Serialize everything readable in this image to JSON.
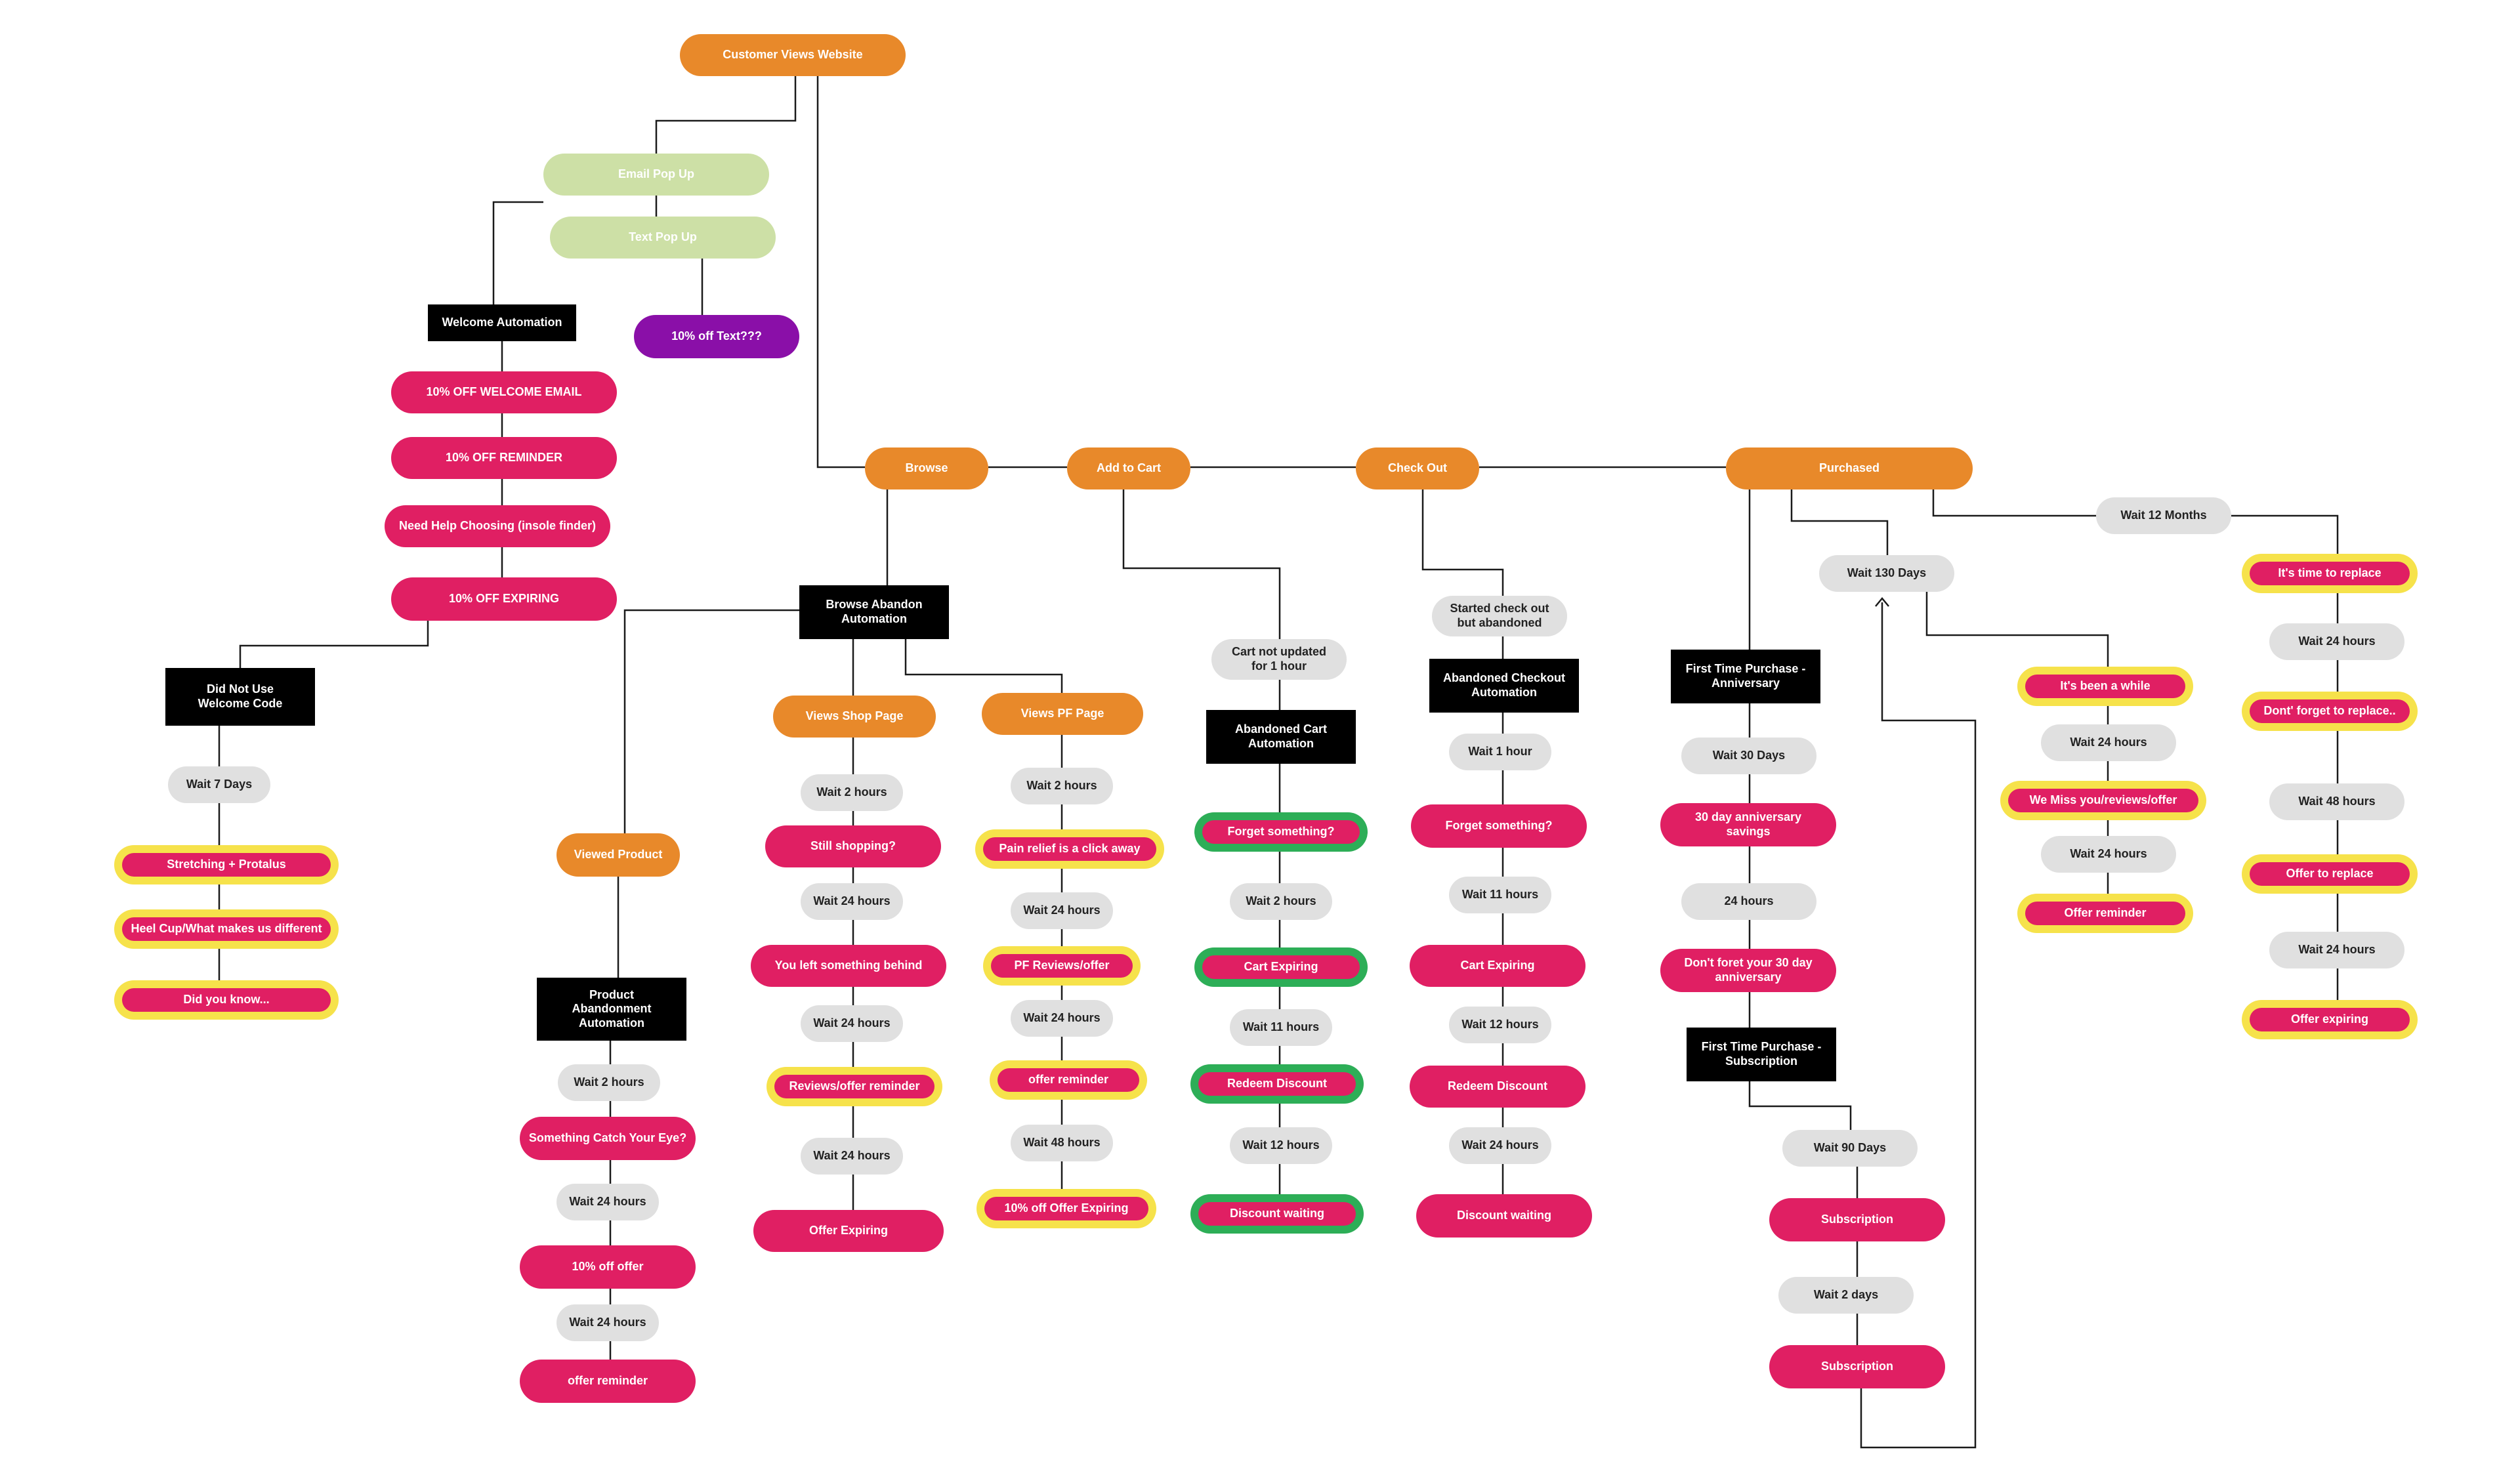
{
  "colors": {
    "orange": "#E8892A",
    "light_green": "#CDE0A6",
    "purple": "#8A0FA8",
    "black": "#000000",
    "pink": "#E01F63",
    "gray": "#E0E0E0",
    "yellow_ring": "#F6E24B",
    "green_ring": "#2DAE57",
    "line": "#1a1a1a"
  },
  "nodes": {
    "customer_views": "Customer Views Website",
    "email_popup": "Email Pop Up",
    "text_popup": "Text Pop Up",
    "ten_off_text": "10% off Text???",
    "welcome_automation": "Welcome Automation",
    "welcome_email": "10% OFF WELCOME EMAIL",
    "welcome_reminder": "10% OFF REMINDER",
    "need_help": "Need Help Choosing (insole finder)",
    "welcome_expiring": "10% OFF EXPIRING",
    "did_not_use": "Did Not Use\nWelcome Code",
    "wait_7_days": "Wait 7 Days",
    "stretching": "Stretching + Protalus",
    "heel_cup": "Heel Cup/What makes us different",
    "did_you_know": "Did you know...",
    "browse": "Browse",
    "add_to_cart": "Add to Cart",
    "check_out": "Check Out",
    "purchased": "Purchased",
    "browse_abandon": "Browse Abandon\nAutomation",
    "viewed_product": "Viewed Product",
    "product_abandon": "Product\nAbandonment\nAutomation",
    "pa_wait1": "Wait 2 hours",
    "pa_msg1": "Something Catch Your Eye?",
    "pa_wait2": "Wait 24 hours",
    "pa_msg2": "10% off offer",
    "pa_wait3": "Wait 24 hours",
    "pa_msg3": "offer reminder",
    "views_shop": "Views Shop Page",
    "vs_wait1": "Wait 2 hours",
    "vs_msg1": "Still shopping?",
    "vs_wait2": "Wait 24 hours",
    "vs_msg2": "You left something behind",
    "vs_wait3": "Wait 24 hours",
    "vs_msg3": "Reviews/offer reminder",
    "vs_wait4": "Wait 24 hours",
    "vs_msg4": "Offer Expiring",
    "views_pf": "Views PF Page",
    "pf_wait1": "Wait 2 hours",
    "pf_msg1": "Pain relief is a click away",
    "pf_wait2": "Wait 24 hours",
    "pf_msg2": "PF Reviews/offer",
    "pf_wait3": "Wait 24 hours",
    "pf_msg3": "offer reminder",
    "pf_wait4": "Wait 48 hours",
    "pf_msg4": "10% off Offer Expiring",
    "cart_not_updated": "Cart not updated\nfor 1 hour",
    "abandoned_cart": "Abandoned Cart\nAutomation",
    "ac_msg1": "Forget something?",
    "ac_wait1": "Wait 2 hours",
    "ac_msg2": "Cart Expiring",
    "ac_wait2": "Wait 11 hours",
    "ac_msg3": "Redeem Discount",
    "ac_wait3": "Wait 12 hours",
    "ac_msg4": "Discount waiting",
    "started_checkout": "Started check out\nbut abandoned",
    "abandoned_checkout": "Abandoned Checkout\nAutomation",
    "co_wait1": "Wait 1 hour",
    "co_msg1": "Forget something?",
    "co_wait2": "Wait 11 hours",
    "co_msg2": "Cart Expiring",
    "co_wait3": "Wait 12 hours",
    "co_msg3": "Redeem Discount",
    "co_wait4": "Wait 24 hours",
    "co_msg4": "Discount waiting",
    "first_time_anniv": "First Time Purchase -\nAnniversary",
    "an_wait1": "Wait 30 Days",
    "an_msg1": "30 day anniversary\nsavings",
    "an_wait2": "24 hours",
    "an_msg2": "Don't foret your 30 day\nanniversary",
    "first_time_sub": "First Time Purchase -\nSubscription",
    "sub_wait1": "Wait 90 Days",
    "sub_msg1": "Subscription",
    "sub_wait2": "Wait 2 days",
    "sub_msg2": "Subscription",
    "wait_130": "Wait 130 Days",
    "w130_msg1": "It's been a while",
    "w130_wait1": "Wait 24 hours",
    "w130_msg2": "We Miss you/reviews/offer",
    "w130_wait2": "Wait 24 hours",
    "w130_msg3": "Offer reminder",
    "wait_12_months": "Wait 12 Months",
    "w12_msg1": "It's time to replace",
    "w12_wait1": "Wait 24 hours",
    "w12_msg2": "Dont' forget to replace..",
    "w12_wait2": "Wait 48 hours",
    "w12_msg3": "Offer to replace",
    "w12_wait3": "Wait 24 hours",
    "w12_msg4": "Offer expiring"
  }
}
